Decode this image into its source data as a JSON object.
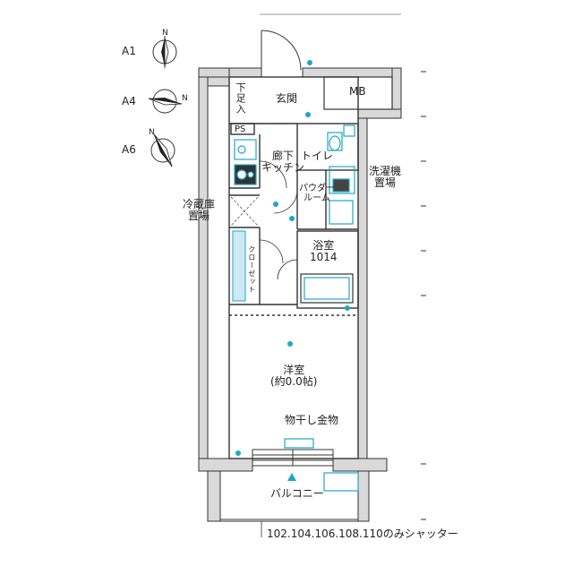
{
  "orientations": [
    {
      "label": "A1",
      "compass_mark": "N"
    },
    {
      "label": "A4",
      "compass_mark": "N"
    },
    {
      "label": "A6",
      "compass_mark": "N"
    }
  ],
  "rooms": {
    "entrance": "玄関",
    "shoe_box": "下足入",
    "mb": "MB",
    "ps": "PS",
    "corridor_kitchen": "廊下\nキッチン",
    "toilet": "トイレ",
    "powder_room": "パウダー\nルーム",
    "washer": "洗濯機\n置場",
    "fridge": "冷蔵庫\n置場",
    "closet": "クローゼット",
    "bath": "浴室\n1014",
    "western_room": "洋室\n(約0.0帖)",
    "drying_rack": "物干し金物",
    "balcony": "バルコニー"
  },
  "notes": {
    "shutter": "102.104.106.108.110のみシャッター"
  },
  "colors": {
    "wall_fill": "#d9d9d9",
    "wall_stroke": "#333333",
    "equipment": "#1ea6c8",
    "closet_fill": "#cfe9f2",
    "line": "#444444"
  }
}
